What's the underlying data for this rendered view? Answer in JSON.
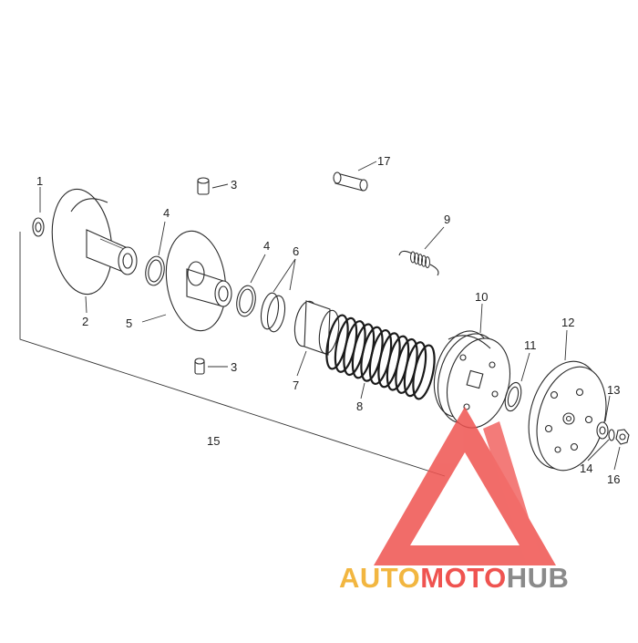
{
  "diagram": {
    "part_labels": [
      "1",
      "2",
      "3",
      "3",
      "4",
      "4",
      "5",
      "6",
      "7",
      "8",
      "9",
      "10",
      "11",
      "12",
      "13",
      "14",
      "15",
      "16",
      "17"
    ]
  },
  "watermark": {
    "part1": "AUTO",
    "part2": "MOTO",
    "part3": "HUB",
    "colors": {
      "auto": "#f2b640",
      "moto": "#ef5350",
      "hub": "#8a8a8a",
      "triangle": "#ef5350"
    }
  }
}
